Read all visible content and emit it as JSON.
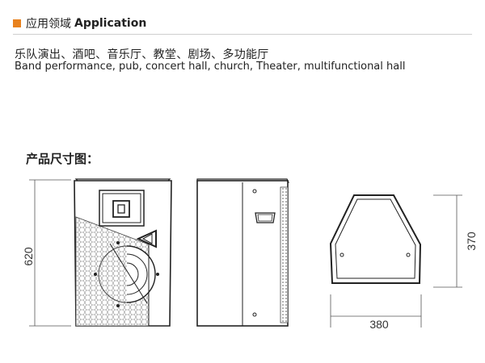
{
  "header": {
    "title_zh": "应用领域",
    "title_en": "Application",
    "accent_color": "#e8821e"
  },
  "applications": {
    "chinese": "乐队演出、酒吧、音乐厅、教堂、剧场、多功能厅",
    "english": "Band performance, pub, concert hall, church, Theater, multifunctional hall"
  },
  "dimensions": {
    "title": "产品尺寸图：",
    "height_label": "620",
    "depth_label": "370",
    "width_label": "380"
  },
  "views": [
    "speaker-front-view",
    "speaker-side-view",
    "speaker-top-view"
  ]
}
